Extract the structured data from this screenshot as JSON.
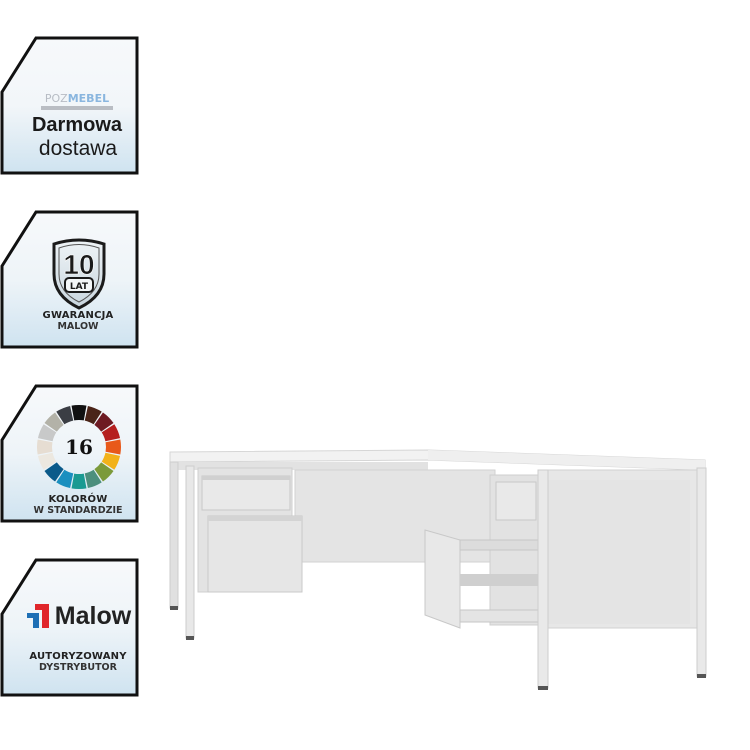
{
  "badges": [
    {
      "id": "free-delivery",
      "logo": {
        "part1": "POZ",
        "part2": "MEBEL",
        "part1_color": "#b7bcc4",
        "part2_color": "#8ab6df"
      },
      "line1": "Darmowa",
      "line2": "dostawa"
    },
    {
      "id": "warranty",
      "shield": {
        "number": "10",
        "unit": "LAT"
      },
      "line1": "GWARANCJA",
      "line2": "MALOW"
    },
    {
      "id": "colors",
      "wheel": {
        "number": "16",
        "colors": [
          "#111111",
          "#4a2418",
          "#6e1a22",
          "#b51f1f",
          "#e8591a",
          "#f2b21a",
          "#7b9a3a",
          "#4c8f7d",
          "#1a9a92",
          "#1a8fbf",
          "#0a5a8a",
          "#ece8e0",
          "#e6ddd2",
          "#c8c9c9",
          "#b3b2a8",
          "#3b3e44"
        ]
      },
      "line1": "KOLORÓW",
      "line2": "W STANDARDZIE"
    },
    {
      "id": "authorized",
      "brand": "Malow",
      "brand_colors": {
        "red": "#e0262b",
        "blue": "#1e6fb5"
      },
      "line1": "AUTORYZOWANY",
      "line2": "DYSTRYBUTOR"
    }
  ],
  "product_image": {
    "description": "L-shaped metal office desk, light grey, with drawer pedestals on both sides, drawers opened"
  },
  "colors": {
    "badge_border": "#111111",
    "badge_bg_top": "#f5f8fa",
    "badge_bg_bottom": "#d4e6f1",
    "desk_light": "#ececec",
    "desk_mid": "#dcdcdc",
    "desk_dark": "#c6c6c6"
  }
}
